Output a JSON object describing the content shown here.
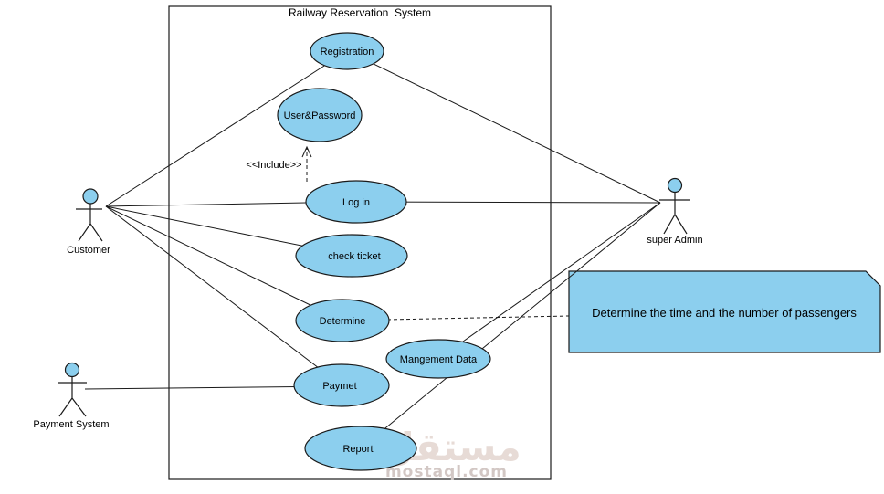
{
  "diagram": {
    "title": "Railway Reservation  System",
    "use_cases": {
      "registration": "Registration",
      "user_password": "User&Password",
      "login": "Log in",
      "check_ticket": "check ticket",
      "determine": "Determine",
      "management_data": "Mangement Data",
      "paymet": "Paymet",
      "report": "Report"
    },
    "actors": {
      "customer": "Customer",
      "super_admin": "super Admin",
      "payment_system": "Payment System"
    },
    "note_text": "Determine the time and the number of passengers",
    "include_label": "<<Include>>",
    "colors": {
      "node_fill": "#8CCFEE",
      "stroke": "#1a1a1a"
    }
  },
  "watermark": {
    "logo_text": "مستقل",
    "site_text": "mostaql.com"
  }
}
